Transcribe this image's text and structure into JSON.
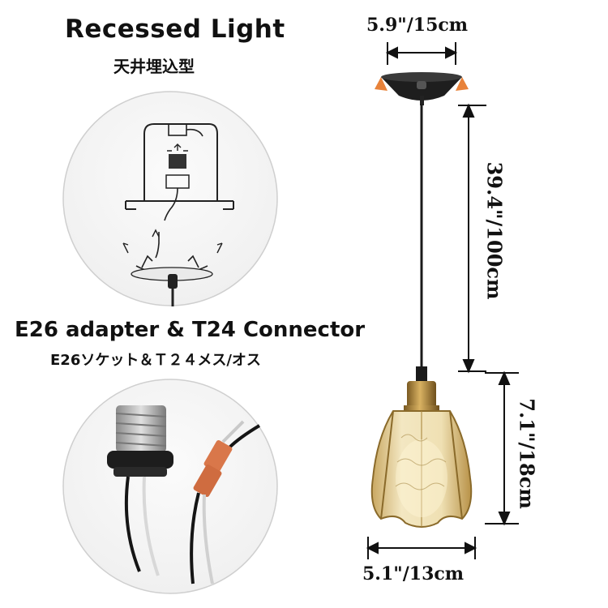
{
  "recessed": {
    "title": "Recessed Light",
    "subtitle": "天井埋込型"
  },
  "adapter": {
    "title": "E26 adapter & T24 Connector",
    "subtitle": "E26ソケット＆Ｔ２４メス/オス"
  },
  "dimensions": {
    "canopy": "5.9\"/15cm",
    "cord": "39.4\"/100cm",
    "shade_height": "7.1\"/18cm",
    "shade_width": "5.1\"/13cm"
  },
  "colors": {
    "cord": "#1a1a1a",
    "canopy": "#1e1e1e",
    "clip": "#e8823a",
    "brass": "#b8893a",
    "glass": "#e9d9a8",
    "connector": "#d9774a"
  }
}
